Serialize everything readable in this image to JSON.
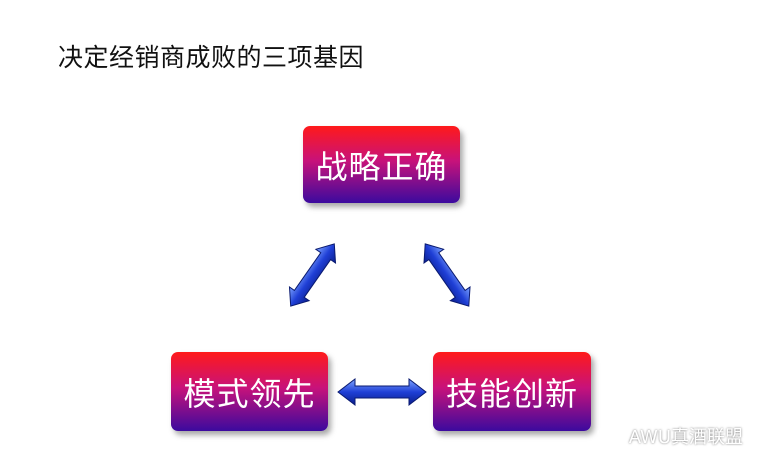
{
  "title": "决定经销商成败的三项基因",
  "nodes": {
    "top": {
      "label": "战略正确"
    },
    "left": {
      "label": "模式领先"
    },
    "right": {
      "label": "技能创新"
    }
  },
  "colors": {
    "box_top": "#ff1a1a",
    "box_bottom": "#3b0a9e",
    "arrow_light": "#7fa6ff",
    "arrow_dark": "#0a1e8c"
  },
  "watermark": {
    "text": "AWU真酒联盟",
    "icon": "wechat-icon"
  }
}
